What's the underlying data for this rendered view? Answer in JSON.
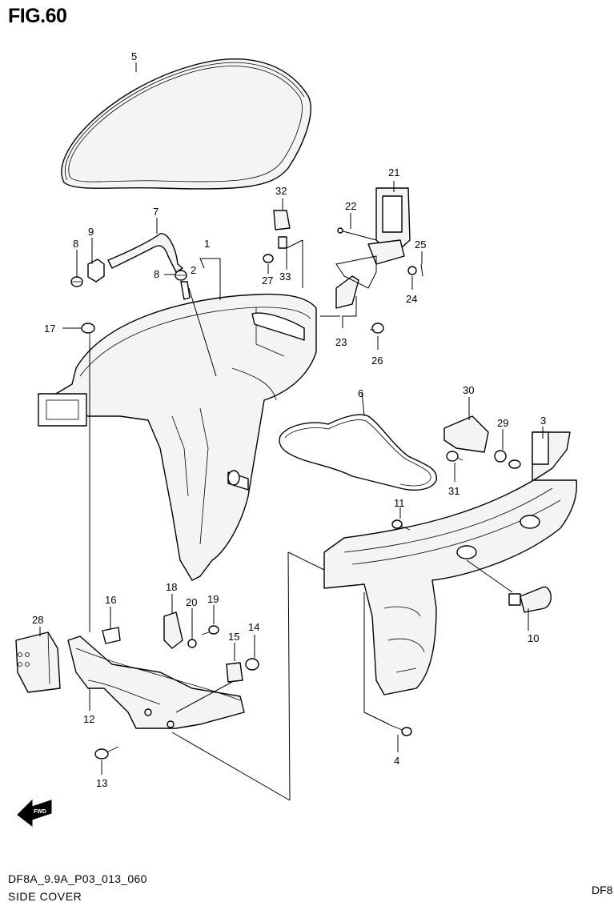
{
  "figure": {
    "title": "FIG.60",
    "code": "DF8A_9.9A_P03_013_060",
    "subtitle": "SIDE COVER",
    "edge_text": "DF8"
  },
  "direction_badge": {
    "label": "FWD",
    "icon": "fwd-arrow-icon"
  },
  "part_numbers": {
    "p1": "1",
    "p2": "2",
    "p3": "3",
    "p4": "4",
    "p5": "5",
    "p6": "6",
    "p7": "7",
    "p8a": "8",
    "p8b": "8",
    "p9": "9",
    "p10": "10",
    "p11": "11",
    "p12": "12",
    "p13": "13",
    "p14": "14",
    "p15": "15",
    "p16": "16",
    "p17": "17",
    "p18": "18",
    "p19": "19",
    "p20": "20",
    "p21": "21",
    "p22": "22",
    "p23": "23",
    "p24": "24",
    "p25": "25",
    "p26": "26",
    "p27": "27",
    "p28": "28",
    "p29": "29",
    "p30": "30",
    "p31": "31",
    "p32": "32",
    "p33": "33"
  }
}
